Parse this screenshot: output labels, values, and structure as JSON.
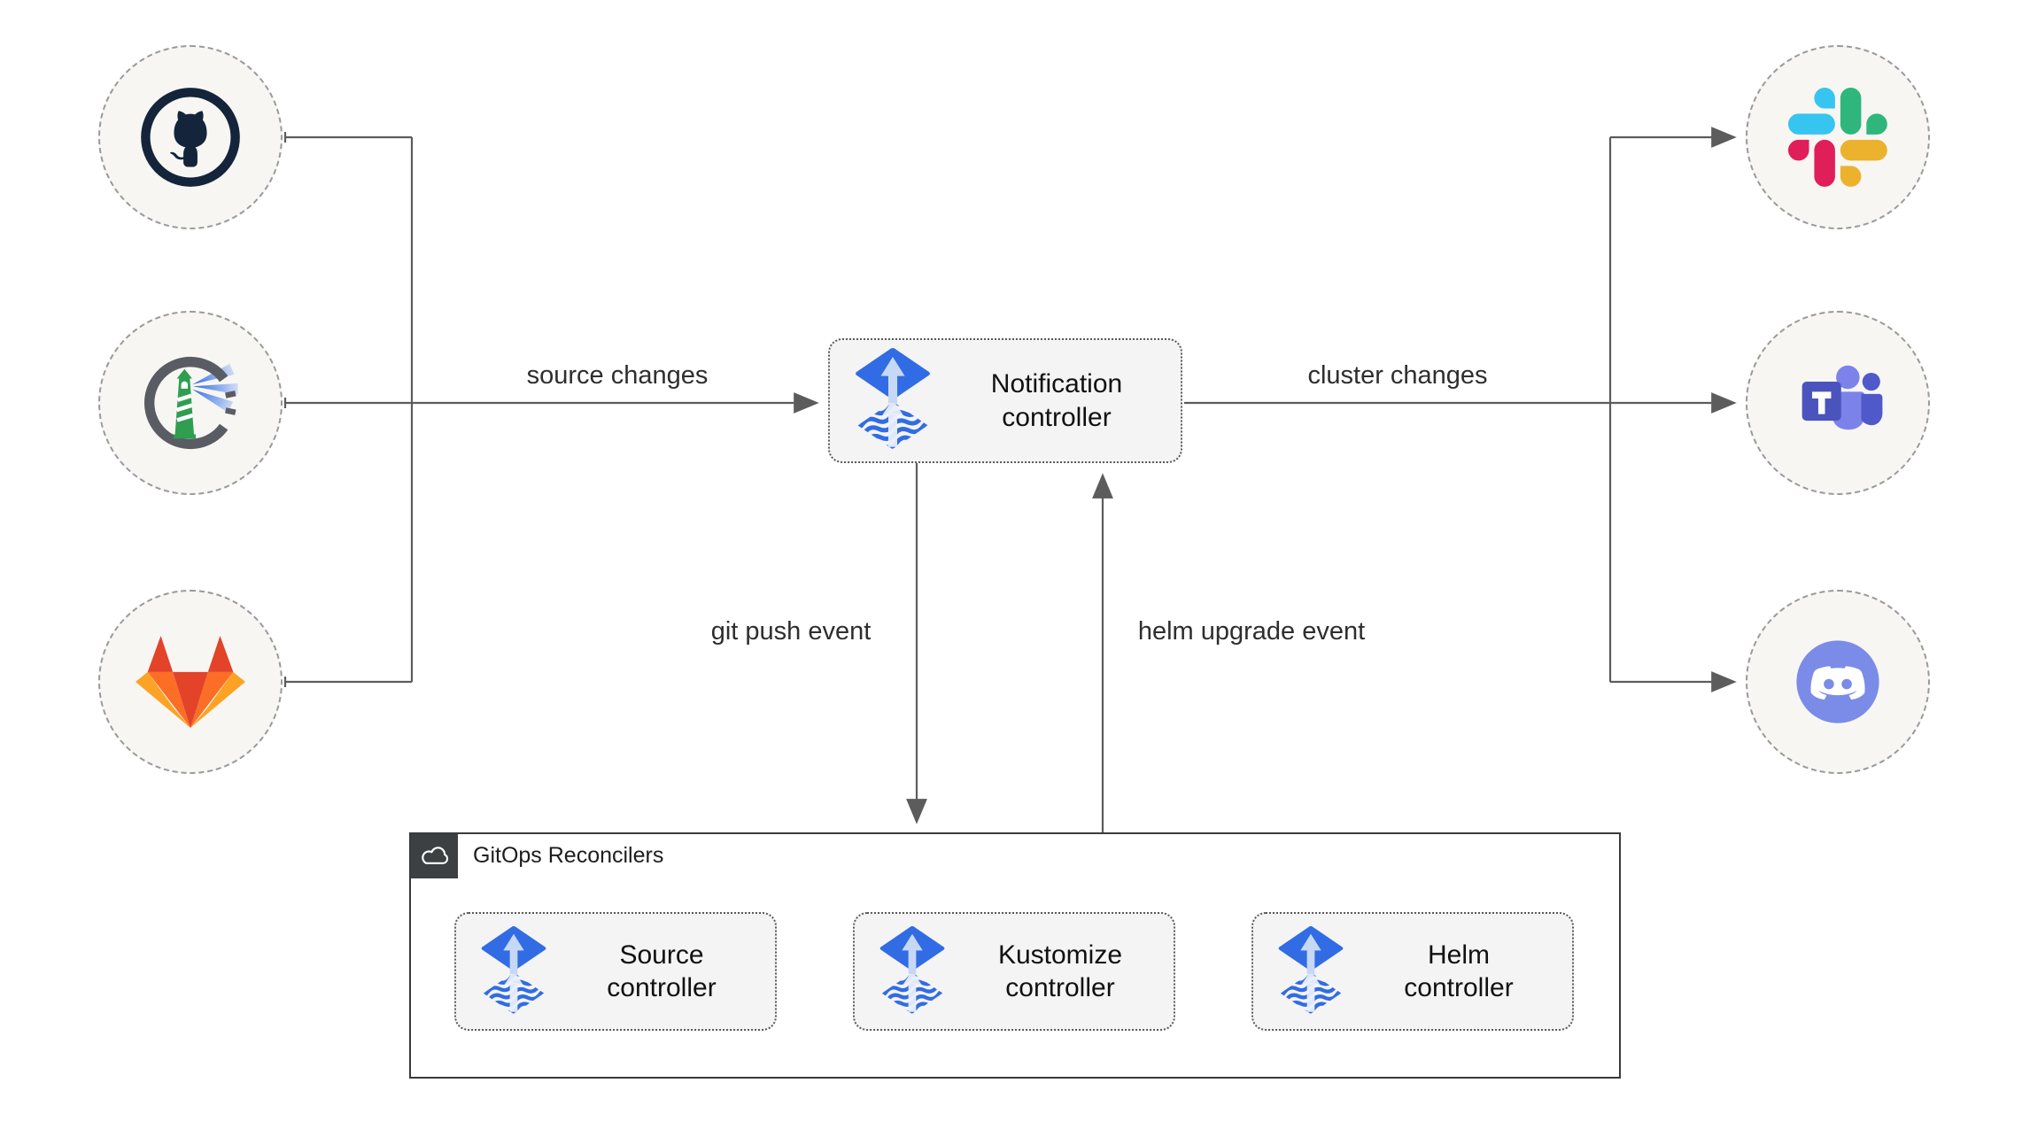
{
  "diagram": {
    "source_nodes": [
      {
        "icon": "github-icon"
      },
      {
        "icon": "harbor-icon"
      },
      {
        "icon": "gitlab-icon"
      }
    ],
    "target_nodes": [
      {
        "icon": "slack-icon"
      },
      {
        "icon": "teams-icon"
      },
      {
        "icon": "discord-icon"
      }
    ],
    "notification": {
      "label": "Notification controller",
      "icon": "flux-icon"
    },
    "edges": {
      "source_changes": "source changes",
      "cluster_changes": "cluster changes",
      "git_push_event": "git push event",
      "helm_upgrade_event": "helm upgrade event"
    },
    "reconcilers": {
      "title": "GitOps Reconcilers",
      "badge_icon": "cloud-icon",
      "boxes": [
        {
          "label": "Source controller",
          "icon": "flux-icon"
        },
        {
          "label": "Kustomize controller",
          "icon": "flux-icon"
        },
        {
          "label": "Helm controller",
          "icon": "flux-icon"
        }
      ]
    },
    "colors": {
      "flux_blue": "#316ce4",
      "flux_arrow_pale": "#c7d8f6",
      "line": "#5c5c5c",
      "box_bg": "#f4f4f4",
      "node_bg": "#f7f6f3",
      "container_border": "#3a3a3a",
      "badge_bg": "#3c4043",
      "github": "#14243b",
      "harbor_green": "#2f9e50",
      "gitlab": [
        "#e24329",
        "#fc6d26",
        "#fca326"
      ],
      "slack": [
        "#36c5f0",
        "#2eb67d",
        "#ecb22e",
        "#e01e5a"
      ],
      "teams": [
        "#4b53bc",
        "#5059c9",
        "#7b83eb"
      ],
      "discord": "#7a8ce8"
    }
  }
}
